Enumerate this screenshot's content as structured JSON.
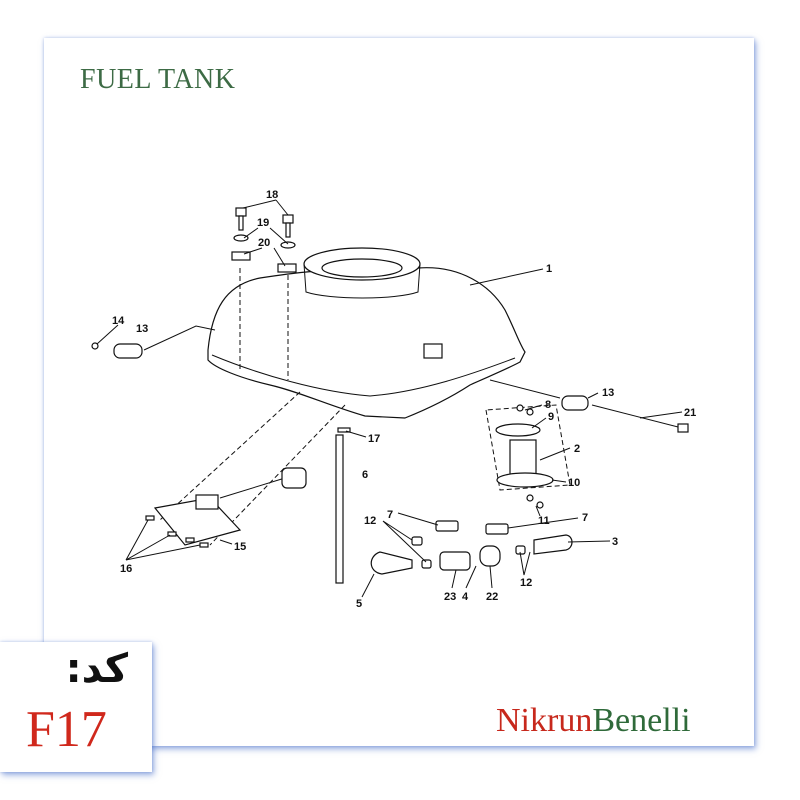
{
  "page": {
    "title": "FUEL TANK",
    "code_label": "کد:",
    "code_value": "F17",
    "brand_part1": "Nikrun",
    "brand_part2": "Benelli"
  },
  "callouts": [
    "18",
    "19",
    "20",
    "1",
    "14",
    "13",
    "13",
    "21",
    "8",
    "9",
    "2",
    "17",
    "6",
    "10",
    "11",
    "7",
    "7",
    "12",
    "3",
    "16",
    "15",
    "12",
    "5",
    "23",
    "4",
    "22"
  ],
  "colors": {
    "title": "#3d6b45",
    "code_value": "#d0281c",
    "brand_red": "#c7281c",
    "brand_green": "#2f6a3a",
    "card_shadow": "#466ec8"
  }
}
